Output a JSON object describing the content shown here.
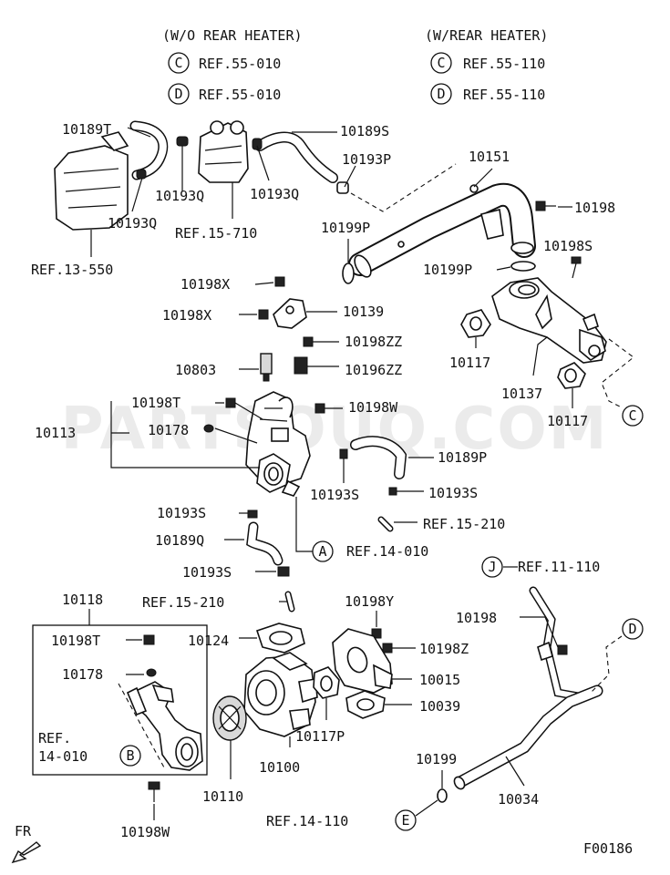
{
  "watermark": "PARTSOUQ.COM",
  "headers": {
    "without_rear_heater": "(W/O REAR HEATER)",
    "with_rear_heater": "(W/REAR HEATER)"
  },
  "ref_rows": [
    {
      "left_letter": "C",
      "left_ref": "REF.55-010",
      "right_letter": "C",
      "right_ref": "REF.55-110"
    },
    {
      "left_letter": "D",
      "left_ref": "REF.55-010",
      "right_letter": "D",
      "right_ref": "REF.55-110"
    }
  ],
  "labels": {
    "l10189T": "10189T",
    "l10193Q_a": "10193Q",
    "l10193Q_b": "10193Q",
    "l10193Q_c": "10193Q",
    "lref13550": "REF.13-550",
    "lref15710": "REF.15-710",
    "l10189S": "10189S",
    "l10193P": "10193P",
    "l10151": "10151",
    "l10198_top": "10198",
    "l10199P_a": "10199P",
    "l10198S": "10198S",
    "l10199P_b": "10199P",
    "l10198X_a": "10198X",
    "l10198X_b": "10198X",
    "l10139": "10139",
    "l10198ZZ": "10198ZZ",
    "l10803": "10803",
    "l10196ZZ": "10196ZZ",
    "l10117_a": "10117",
    "l10137": "10137",
    "l10117_b": "10117",
    "l10113": "10113",
    "l10198T_a": "10198T",
    "l10178_a": "10178",
    "l10198W_a": "10198W",
    "l10189P": "10189P",
    "l10193S_a": "10193S",
    "l10193S_b": "10193S",
    "l10193S_c": "10193S",
    "l10189Q": "10189Q",
    "l10193S_d": "10193S",
    "lref15210_a": "REF.15-210",
    "lref14010_a": "REF.14-010",
    "lref15210_b": "REF.15-210",
    "lref11110": "REF.11-110",
    "l10118": "10118",
    "l10198T_b": "10198T",
    "l10178_b": "10178",
    "lref14010_b1": "REF.",
    "lref14010_b2": "14-010",
    "l10124": "10124",
    "l10198Y": "10198Y",
    "l10198Z": "10198Z",
    "l10015": "10015",
    "l10039": "10039",
    "l10117P": "10117P",
    "l10100": "10100",
    "l10110": "10110",
    "l10198_mid": "10198",
    "l10199": "10199",
    "l10034": "10034",
    "lref14110": "REF.14-110",
    "l10198W_b": "10198W",
    "fr": "FR",
    "code": "F00186"
  },
  "callouts": {
    "A": "A",
    "B": "B",
    "C": "C",
    "D": "D",
    "E": "E",
    "J": "J"
  }
}
